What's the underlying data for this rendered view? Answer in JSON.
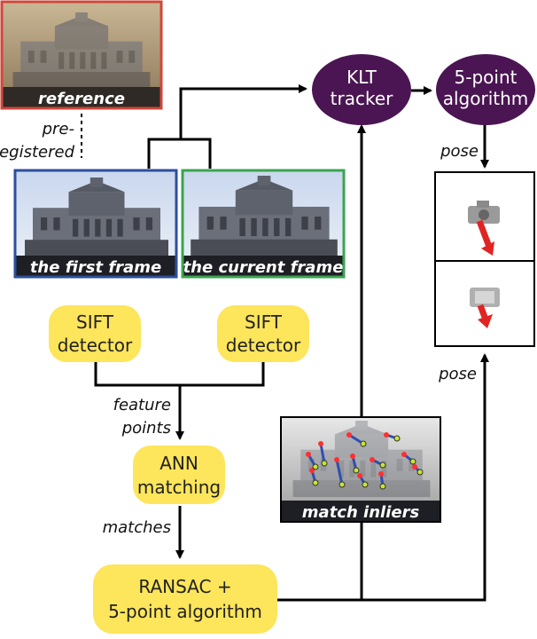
{
  "nodes": {
    "klt": [
      "KLT",
      "tracker"
    ],
    "five_point": [
      "5-point",
      "algorithm"
    ],
    "sift_left": [
      "SIFT",
      "detector"
    ],
    "sift_right": [
      "SIFT",
      "detector"
    ],
    "ann": [
      "ANN",
      "matching"
    ],
    "ransac": [
      "RANSAC +",
      "5-point algorithm"
    ]
  },
  "images": {
    "reference": "reference",
    "first_frame": "the first frame",
    "current_frame": "the current frame",
    "match_inliers": "match inliers"
  },
  "labels": {
    "pre_registered": [
      "pre-",
      "registered"
    ],
    "feature_points": [
      "feature",
      "points"
    ],
    "matches": "matches",
    "pose_top": "pose",
    "pose_bottom": "pose"
  },
  "colors": {
    "process_fill": "#4a1552",
    "detector_fill": "#fde55c",
    "reference_border": "#d0473a",
    "first_frame_border": "#2c4f9c",
    "current_frame_border": "#3aa451",
    "pose_arrow": "#e02424"
  }
}
